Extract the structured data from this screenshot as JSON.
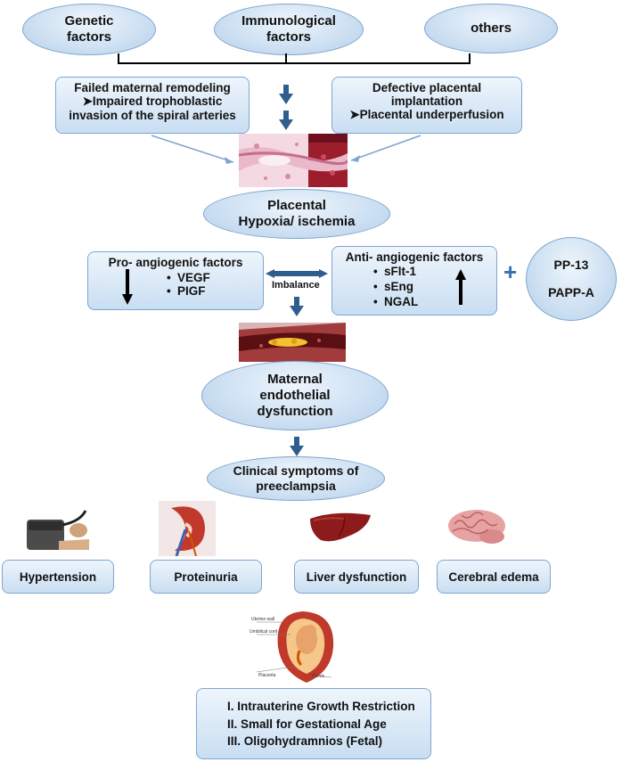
{
  "factors": {
    "genetic": "Genetic\nfactors",
    "immunological": "Immunological\nfactors",
    "others": "others"
  },
  "remodeling": {
    "title": "Failed maternal remodeling",
    "detail": "➤Impaired trophoblastic\ninvasion of the spiral arteries"
  },
  "placentation": {
    "title": "Defective placental\nimplantation",
    "detail": "➤Placental underperfusion"
  },
  "hypoxia": "Placental\nHypoxia/ ischemia",
  "pro_angiogenic": {
    "title": "Pro- angiogenic factors",
    "items": [
      "VEGF",
      "PIGF"
    ]
  },
  "imbalance": "Imbalance",
  "anti_angiogenic": {
    "title": "Anti- angiogenic factors",
    "items": [
      "sFlt-1",
      "sEng",
      "NGAL"
    ]
  },
  "plus": "+",
  "markers": "PP-13\n\nPAPP-A",
  "endothelial": "Maternal\nendothelial\ndysfunction",
  "clinical": "Clinical symptoms of\npreeclampsia",
  "symptoms": [
    "Hypertension",
    "Proteinuria",
    "Liver dysfunction",
    "Cerebral edema"
  ],
  "fetus_labels": [
    "Uterine wall",
    "Umbilical cord",
    "Placenta",
    "Cervix"
  ],
  "fetal": [
    "I.    Intrauterine Growth Restriction",
    "II.  Small for Gestational  Age",
    "III. Oligohydramnios (Fetal)"
  ],
  "colors": {
    "ellipse_fill": "#cfe1f3",
    "border": "#7ea6cf",
    "arrow": "#2e5e8e",
    "plus": "#3c6fb0"
  }
}
